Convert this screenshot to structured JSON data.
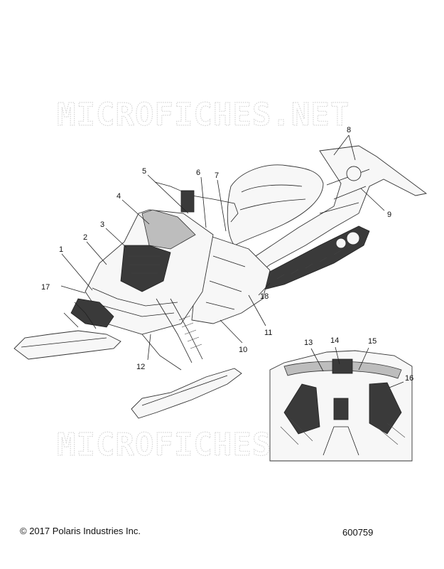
{
  "watermarks": [
    "MICROFICHES.NET",
    "MICROFICHES.NET"
  ],
  "callouts": [
    {
      "id": "1",
      "label": "1"
    },
    {
      "id": "2",
      "label": "2"
    },
    {
      "id": "3",
      "label": "3"
    },
    {
      "id": "4",
      "label": "4"
    },
    {
      "id": "5",
      "label": "5"
    },
    {
      "id": "6",
      "label": "6"
    },
    {
      "id": "7",
      "label": "7"
    },
    {
      "id": "8",
      "label": "8"
    },
    {
      "id": "9",
      "label": "9"
    },
    {
      "id": "10",
      "label": "10"
    },
    {
      "id": "11",
      "label": "11"
    },
    {
      "id": "12",
      "label": "12"
    },
    {
      "id": "13",
      "label": "13"
    },
    {
      "id": "14",
      "label": "14"
    },
    {
      "id": "15",
      "label": "15"
    },
    {
      "id": "16",
      "label": "16"
    },
    {
      "id": "17",
      "label": "17"
    },
    {
      "id": "18",
      "label": "18"
    }
  ],
  "footer": {
    "copyright": "© 2017 Polaris Industries Inc.",
    "figure_number": "600759"
  }
}
